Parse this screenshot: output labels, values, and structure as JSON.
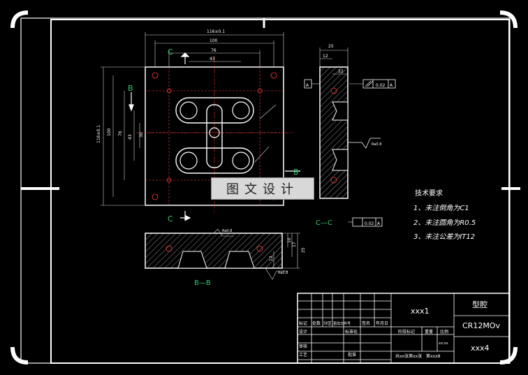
{
  "colors": {
    "background": "#000000",
    "line": "#ffffff",
    "hidden": "#ff3b3b",
    "dimension": "#d9d9d9",
    "section_label": "#2ecc71",
    "watermark_bg": "#d8d8d8"
  },
  "watermark": "图文设计",
  "views": {
    "section_c_label": "C",
    "section_b_label": "B",
    "section_cc_caption": "C—C",
    "section_bb_caption": "B—B"
  },
  "dimensions": {
    "top_width": "116±0.1",
    "width_100": "100",
    "width_76": "76",
    "width_43": "43",
    "height_116": "116±0.1",
    "height_100": "100",
    "height_76": "76",
    "height_43": "43",
    "height_30": "30",
    "side_width": "25",
    "side_12": "12",
    "side_22": "22",
    "bb_10": "10",
    "bb_17": "17",
    "bb_25": "25",
    "bb_12": "12"
  },
  "tolerances": {
    "parallel_top": "0.02",
    "datum_top": "A",
    "parallel_bottom": "0.02",
    "datum_bottom": "A",
    "datum_box": "A"
  },
  "roughness": [
    "Ra0.8",
    "Ra0.8",
    "Ra0.8"
  ],
  "tech_requirements": {
    "heading": "技术要求",
    "items": [
      "1、未注倒角为C1",
      "2、未注圆角为R0.5",
      "3、未注公差为IT12"
    ]
  },
  "title_block": {
    "name": "xxx1",
    "part_type": "型腔",
    "material": "CR12MOv",
    "drawing_no": "xxx4",
    "row_labels": [
      "标记",
      "处数",
      "分区",
      "更改文件号",
      "签名",
      "年月日"
    ],
    "design": "设计",
    "standardize": "标准化",
    "stage_mark": "阶段标记",
    "weight": "重量",
    "scale": "比例",
    "review": "审核",
    "process": "工艺",
    "approve": "批准",
    "scale_value": "xx:xx",
    "sheets": "共xx张第xx张",
    "sheets_right": "第xxx8"
  }
}
